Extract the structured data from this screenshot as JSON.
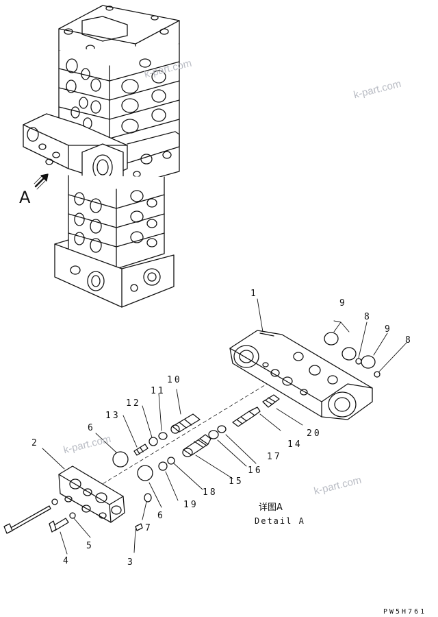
{
  "view_label": "A",
  "watermark": "k-part.com",
  "caption": {
    "chinese": "详图A",
    "english": "Detail A"
  },
  "drawing_code": "PW5H761",
  "callouts": [
    {
      "id": "1",
      "label": "1"
    },
    {
      "id": "2",
      "label": "2"
    },
    {
      "id": "3",
      "label": "3"
    },
    {
      "id": "4",
      "label": "4"
    },
    {
      "id": "5",
      "label": "5"
    },
    {
      "id": "6a",
      "label": "6"
    },
    {
      "id": "6b",
      "label": "6"
    },
    {
      "id": "7",
      "label": "7"
    },
    {
      "id": "8a",
      "label": "8"
    },
    {
      "id": "8b",
      "label": "8"
    },
    {
      "id": "9a",
      "label": "9"
    },
    {
      "id": "9b",
      "label": "9"
    },
    {
      "id": "10",
      "label": "10"
    },
    {
      "id": "11",
      "label": "11"
    },
    {
      "id": "12",
      "label": "12"
    },
    {
      "id": "13",
      "label": "13"
    },
    {
      "id": "14",
      "label": "14"
    },
    {
      "id": "15",
      "label": "15"
    },
    {
      "id": "16",
      "label": "16"
    },
    {
      "id": "17",
      "label": "17"
    },
    {
      "id": "18",
      "label": "18"
    },
    {
      "id": "19",
      "label": "19"
    },
    {
      "id": "20",
      "label": "20"
    }
  ]
}
